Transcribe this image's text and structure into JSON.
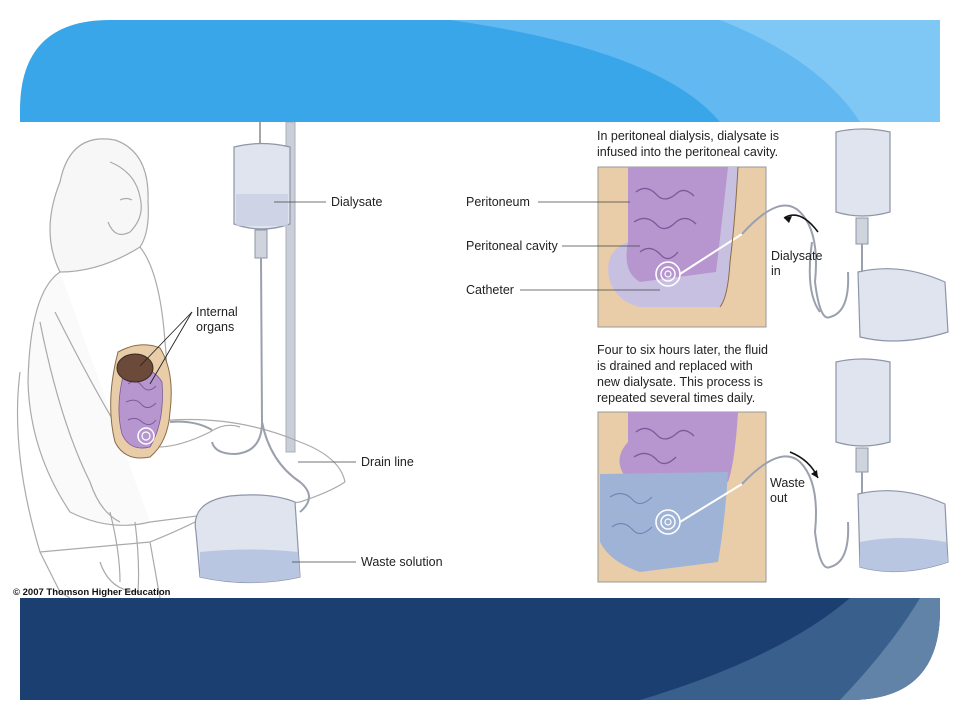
{
  "colors": {
    "banner_top_main": "#3aa6ea",
    "banner_top_light": "#6ec0f2",
    "banner_bottom_main": "#1c3f72",
    "banner_bottom_light": "#5f82a6",
    "tissue": "#e8cda8",
    "intestine": "#b796cf",
    "fluid": "#9fb3d6"
  },
  "icons": [
    "person-illustration",
    "iv-bag-icon",
    "waste-bag-icon",
    "spiral-catheter-icon"
  ],
  "figure": {
    "labels": {
      "dialysate": "Dialysate",
      "internal_organs_1": "Internal",
      "internal_organs_2": "organs",
      "drain_line": "Drain line",
      "waste_solution": "Waste solution",
      "peritoneum": "Peritoneum",
      "peritoneal_cavity": "Peritoneal cavity",
      "catheter": "Catheter",
      "dialysate_in_1": "Dialysate",
      "dialysate_in_2": "in",
      "waste_out_1": "Waste",
      "waste_out_2": "out"
    },
    "captions": {
      "top_line1": "In peritoneal dialysis, dialysate is",
      "top_line2": "infused into the peritoneal cavity.",
      "bottom_line1": "Four to six hours later, the fluid",
      "bottom_line2": "is drained and replaced with",
      "bottom_line3": "new dialysate. This process is",
      "bottom_line4": "repeated several times daily."
    },
    "copyright": "© 2007 Thomson Higher Education"
  }
}
